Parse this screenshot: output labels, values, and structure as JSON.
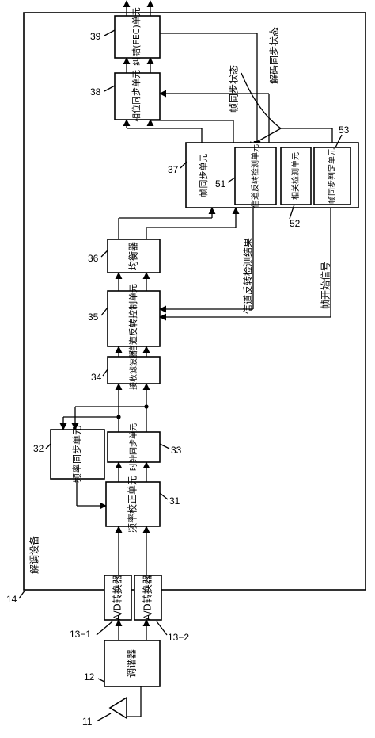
{
  "labels": {
    "ant": "11",
    "tuner": "12",
    "ad1": "13−1",
    "ad2": "13−2",
    "device": "14",
    "fcorr": "31",
    "fsync": "32",
    "csync": "33",
    "rxfilt": "34",
    "invctl": "35",
    "eq": "36",
    "frame": "37",
    "phase": "38",
    "fec": "39",
    "invdet": "51",
    "corr": "52",
    "judge": "53"
  },
  "blocks": {
    "tuner": "调谐器",
    "ad1": "A/D转换器",
    "ad2": "A/D转换器",
    "device": "解调设备",
    "fcorr": "频率校正单元",
    "fsync": "频率同步单元",
    "csync": "时钟同步单元",
    "rxfilt": "接收滤波器",
    "invctl": "信道反转控制单元",
    "eq": "均衡器",
    "frame": "帧同步单元",
    "invdet": "信道反转检测单元",
    "corr": "相关检测单元",
    "judge": "帧同步判定单元",
    "phase": "相位同步单元",
    "fec": "纠错(FEC)单元"
  },
  "signals": {
    "invresult": "信道反转检测结果",
    "framestart": "帧开始信号",
    "framestate": "帧同步状态",
    "decodestate": "解码同步状态"
  }
}
